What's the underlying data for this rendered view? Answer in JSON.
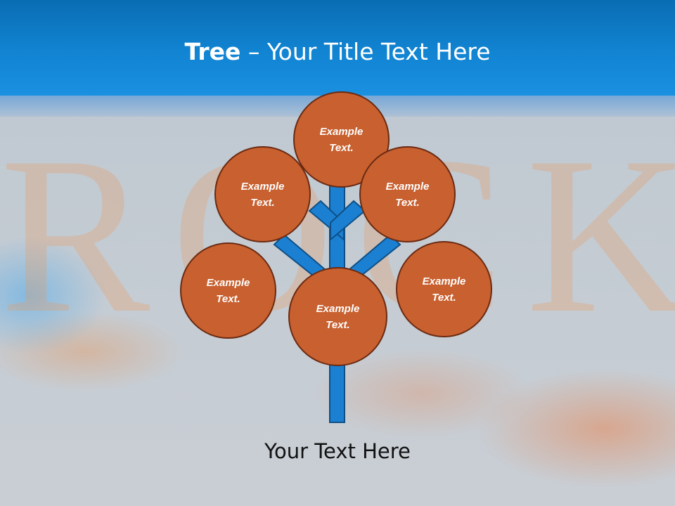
{
  "header": {
    "title_bold": "Tree",
    "title_rest": " – Your Title Text Here"
  },
  "background_word": "ROCK",
  "tree": {
    "nodes": [
      {
        "id": "top",
        "label": "Example Text."
      },
      {
        "id": "upper-left",
        "label": "Example Text."
      },
      {
        "id": "upper-right",
        "label": "Example Text."
      },
      {
        "id": "lower-left",
        "label": "Example Text."
      },
      {
        "id": "center",
        "label": "Example Text."
      },
      {
        "id": "lower-right",
        "label": "Example Text."
      }
    ],
    "circle_fill": "#c8602f",
    "circle_border": "#6b2a12",
    "branch_color": "#1b80d2"
  },
  "caption": "Your Text Here"
}
